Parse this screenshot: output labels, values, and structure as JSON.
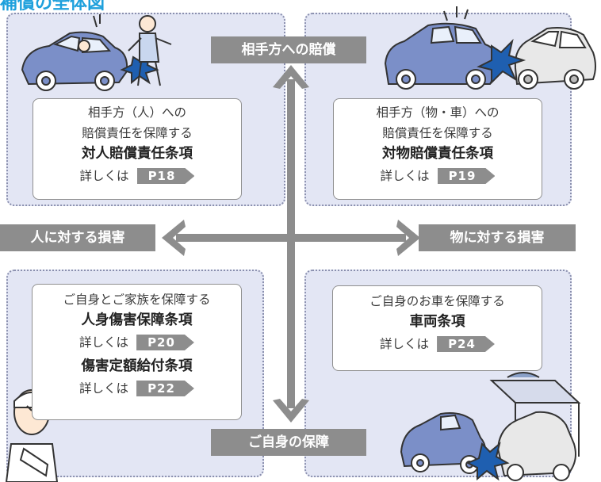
{
  "header_title": "補償の全体図",
  "axis_labels": {
    "top": "相手方への賠償",
    "bottom": "ご自身の保障",
    "left": "人に対する損害",
    "right": "物に対する損害"
  },
  "cards": {
    "top_left": {
      "line1": "相手方（人）への",
      "line2": "賠償責任を保障する",
      "title": "対人賠償責任条項",
      "detail_label": "詳しくは",
      "page": "P18"
    },
    "top_right": {
      "line1": "相手方（物・車）への",
      "line2": "賠償責任を保障する",
      "title": "対物賠償責任条項",
      "detail_label": "詳しくは",
      "page": "P19"
    },
    "bottom_left": {
      "line1": "ご自身とご家族を保障する",
      "title": "人身傷害保障条項",
      "detail_label": "詳しくは",
      "page": "P20",
      "title2": "傷害定額給付条項",
      "detail_label2": "詳しくは",
      "page2": "P22"
    },
    "bottom_right": {
      "line1": "ご自身のお車を保障する",
      "title": "車両条項",
      "detail_label": "詳しくは",
      "page": "P24"
    }
  },
  "illustrations": [
    "car-pedestrian-collision-illustration",
    "car-car-collision-illustration",
    "injured-person-illustration",
    "car-wall-collision-illustration"
  ],
  "colors": {
    "quadrant_bg": "#e3e6f4",
    "label_bg": "#8d8d8d",
    "arrow": "#8d8d8d",
    "car_blue": "#7b8fc8",
    "impact_blue": "#1f5fb0",
    "accent_title": "#1ea0dc"
  }
}
